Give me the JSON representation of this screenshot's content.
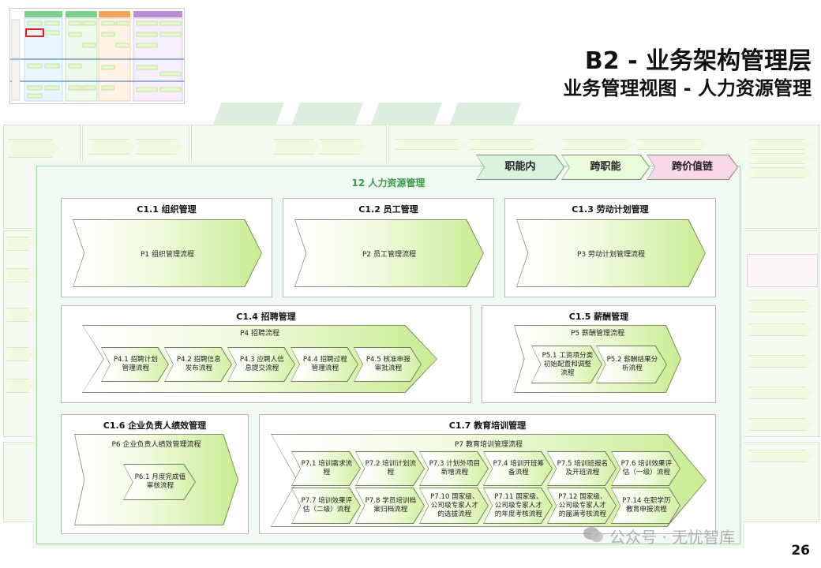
{
  "header": {
    "title": "B2 - 业务架构管理层",
    "subtitle": "业务管理视图 - 人力资源管理"
  },
  "tabs": [
    {
      "label": "职能内",
      "color": "#d9f3dd"
    },
    {
      "label": "跨职能",
      "color": "#eafbdc"
    },
    {
      "label": "跨价值链",
      "color": "#f9d8e9"
    }
  ],
  "main_title": "12 人力资源管理",
  "boxes": {
    "c11": {
      "title": "C1.1 组织管理",
      "process": "P1 组织管理流程"
    },
    "c12": {
      "title": "C1.2 员工管理",
      "process": "P2 员工管理流程"
    },
    "c13": {
      "title": "C1.3 劳动计划管理",
      "process": "P3 劳动计划管理流程"
    },
    "c14": {
      "title": "C1.4 招聘管理",
      "process": "P4 招聘流程",
      "subs": [
        "P4.1 招聘计划管理流程",
        "P4.2 招聘信息发布流程",
        "P4.3 应聘人信息提交流程",
        "P4.4 招聘过程管理流程",
        "P4.5 核准申报审批流程"
      ]
    },
    "c15": {
      "title": "C1.5 薪酬管理",
      "process": "P5 薪酬管理流程",
      "subs": [
        "P5.1 工资项分类初始配置和调整流程",
        "P5.2 薪酬结果分析流程"
      ]
    },
    "c16": {
      "title": "C1.6 企业负责人绩效管理",
      "process": "P6 企业负责人绩效管理流程",
      "subs": [
        "P6.1 月度完成值审核流程"
      ]
    },
    "c17": {
      "title": "C1.7 教育培训管理",
      "process": "P7 教育培训管理流程",
      "subs_row1": [
        "P7.1 培训需求流程",
        "P7.2 培训计划流程",
        "P7.3 计划外项目新增流程",
        "P7.4 培训开班筹备流程",
        "P7.5 培训班报名及开班流程",
        "P7.6 培训效果评估（一级）流程"
      ],
      "subs_row2": [
        "P7.7 培训效果评估（二级）流程",
        "P7.8 学员培训档案归档流程",
        "P7.10 国家级、公司级专家人才的选拔流程",
        "P7.11 国家级、公司级专家人才的年度考核流程",
        "P7.12 国家级、公司级专家人才的届满考核流程",
        "P7.14 在职学历教育申报流程"
      ]
    }
  },
  "watermark": "公众号 · 无忧智库",
  "page_number": "26"
}
